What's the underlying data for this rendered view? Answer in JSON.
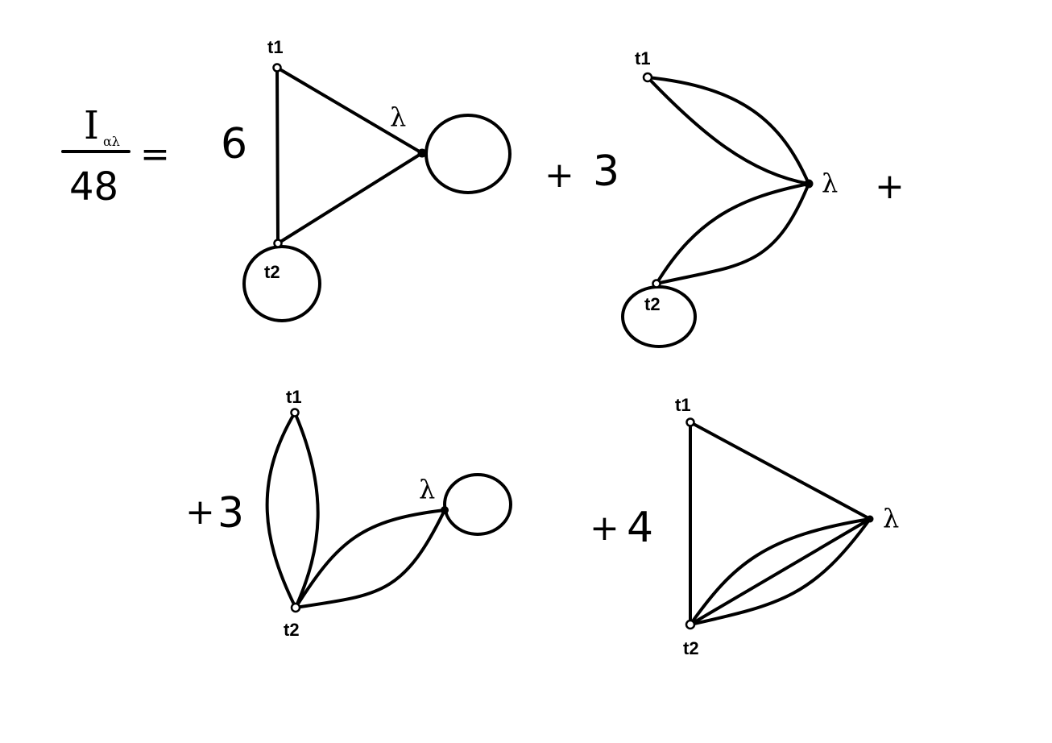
{
  "equation": {
    "numerator": "I",
    "numerator_subscript": "αλ",
    "denominator": "48",
    "equals": "="
  },
  "terms": [
    {
      "sign": "",
      "coefficient": "6",
      "vertex_labels": {
        "t1": "t1",
        "t2": "t2",
        "lambda": "λ"
      },
      "trailing_plus": "+"
    },
    {
      "sign": "",
      "coefficient": "3",
      "vertex_labels": {
        "t1": "t1",
        "t2": "t2",
        "lambda": "λ"
      },
      "trailing_plus": "+"
    },
    {
      "sign": "+",
      "coefficient": "3",
      "vertex_labels": {
        "t1": "t1",
        "t2": "t2",
        "lambda": "λ"
      }
    },
    {
      "sign": "+",
      "coefficient": "4",
      "vertex_labels": {
        "t1": "t1",
        "t2": "t2",
        "lambda": "λ"
      }
    }
  ],
  "colors": {
    "stroke": "#000000",
    "background": "#ffffff"
  }
}
